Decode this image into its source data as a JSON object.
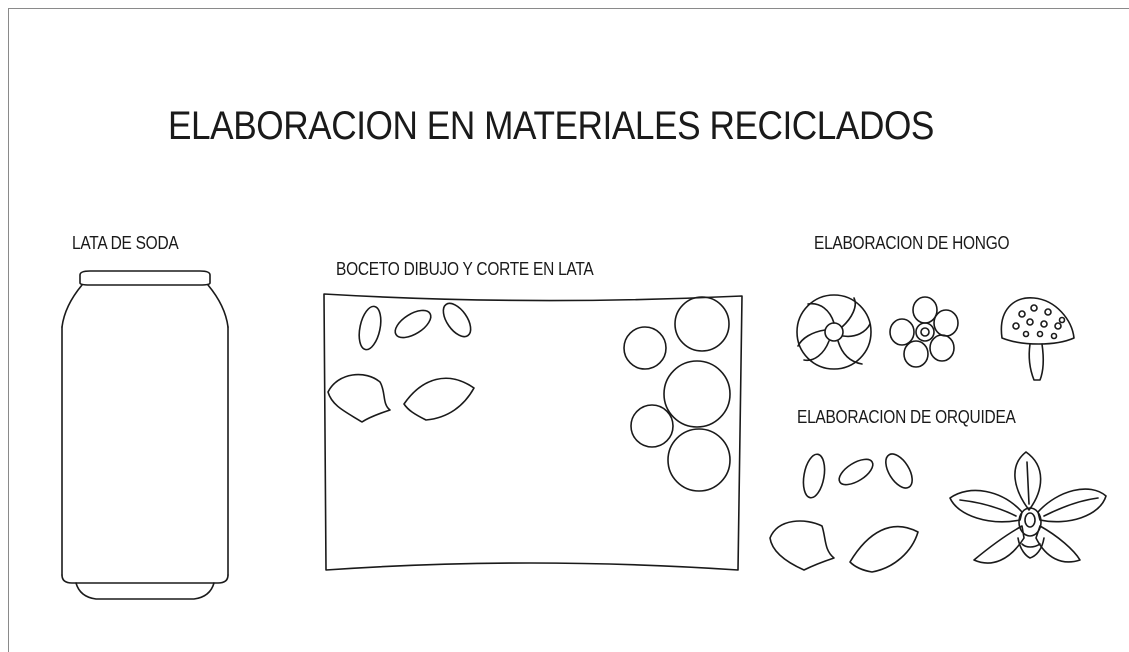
{
  "title": "ELABORACION EN MATERIALES RECICLADOS",
  "sections": {
    "can": {
      "label": "LATA DE SODA"
    },
    "sketch": {
      "label": "BOCETO DIBUJO Y CORTE EN LATA"
    },
    "mushroom": {
      "label": "ELABORACION DE HONGO"
    },
    "orchid": {
      "label": "ELABORACION DE ORQUIDEA"
    }
  },
  "colors": {
    "background": "#ffffff",
    "line": "#1a1a1a",
    "frame": "#8a8a8a"
  }
}
